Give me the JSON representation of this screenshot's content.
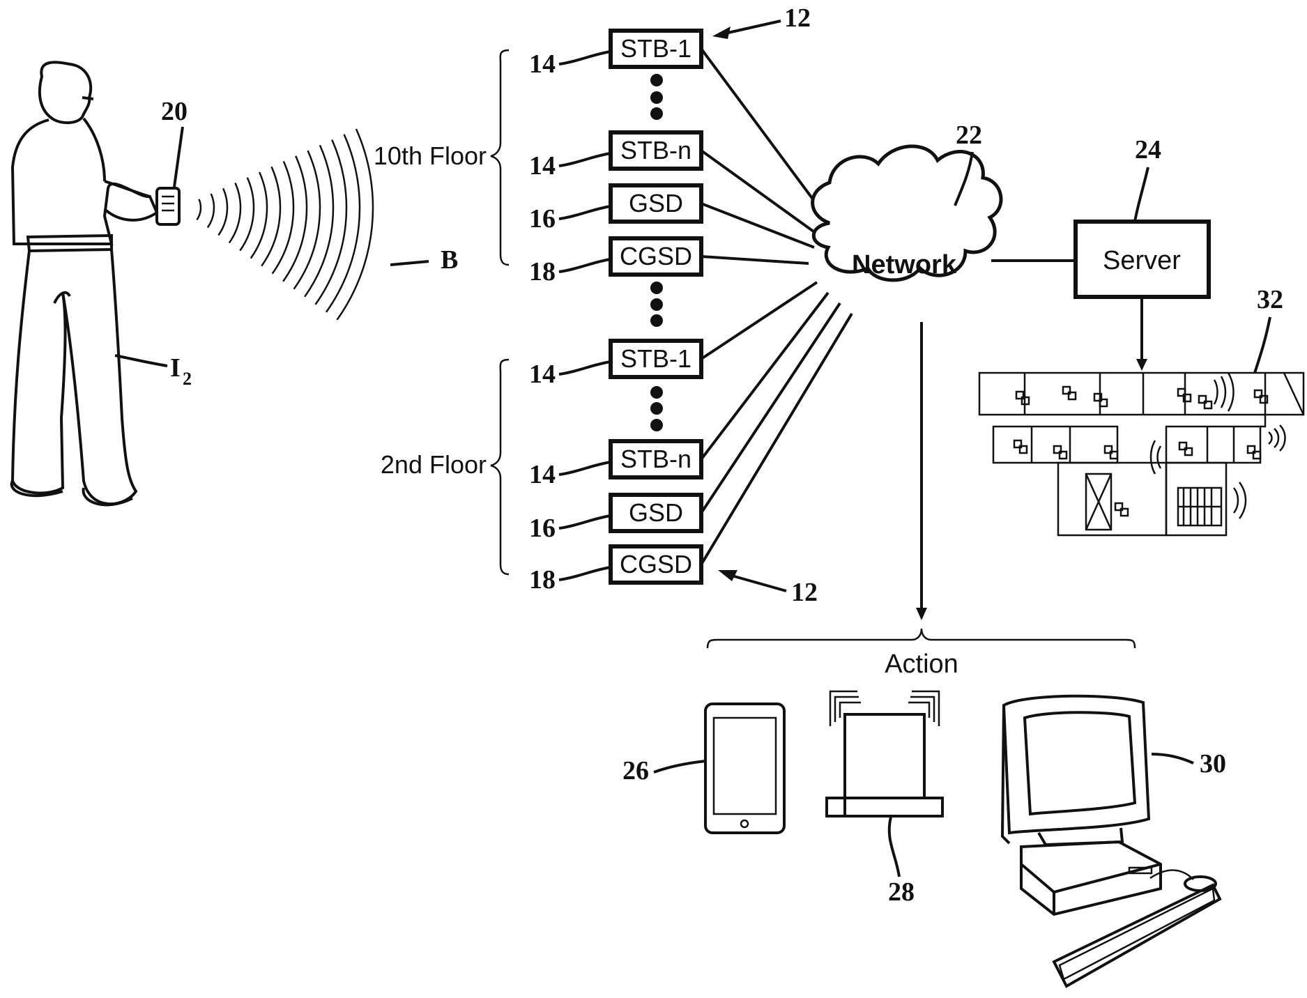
{
  "diagram": {
    "floor_top": "10th  Floor",
    "floor_bottom": "2nd Floor",
    "devices_top": [
      {
        "label": "STB-1",
        "ref": "14"
      },
      {
        "label": "STB-n",
        "ref": "14"
      },
      {
        "label": "GSD",
        "ref": "16"
      },
      {
        "label": "CGSD",
        "ref": "18"
      }
    ],
    "devices_bottom": [
      {
        "label": "STB-1",
        "ref": "14"
      },
      {
        "label": "STB-n",
        "ref": "14"
      },
      {
        "label": "GSD",
        "ref": "16"
      },
      {
        "label": "CGSD",
        "ref": "18"
      }
    ],
    "network_label": "Network",
    "server_label": "Server",
    "action_label": "Action",
    "refs": {
      "group_top": "12",
      "group_bottom": "12",
      "handheld": "20",
      "network": "22",
      "server": "24",
      "tablet": "26",
      "pager": "28",
      "computer": "30",
      "floorplan": "32",
      "beam": "B",
      "person_main": "I",
      "person_sub": "2"
    }
  }
}
